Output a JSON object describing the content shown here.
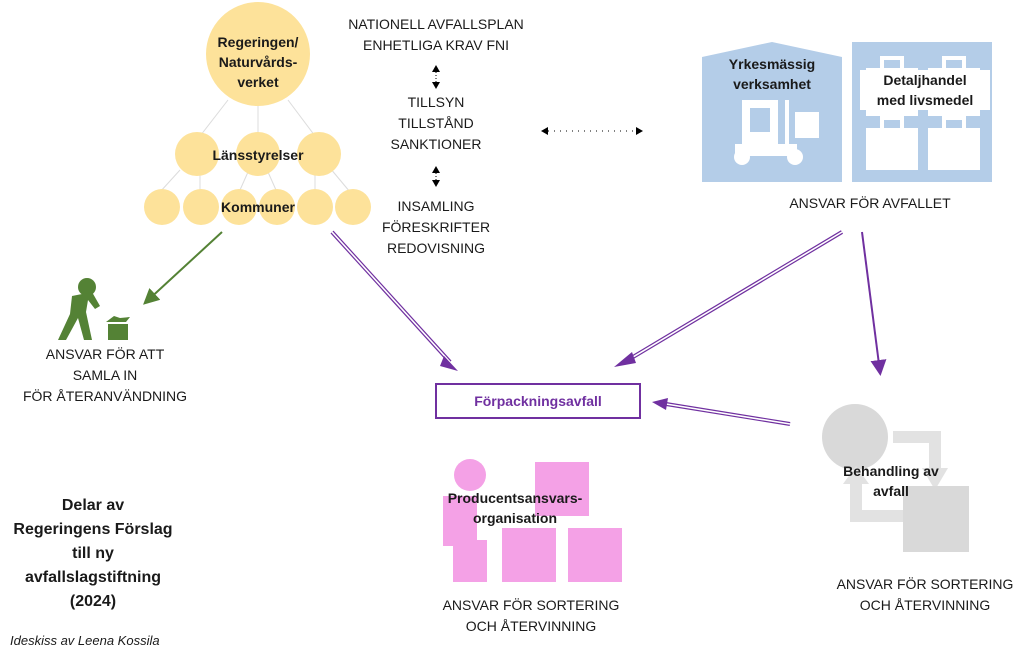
{
  "hierarchy": {
    "top": "Regeringen/\nNaturvårds-\nverket",
    "middle": "Länsstyrelser",
    "bottom": "Kommuner"
  },
  "center_column": {
    "block1": "NATIONELL AVFALLSPLAN\nENHETLIGA KRAV FNI",
    "block2": "TILLSYN\nTILLSTÅND\nSANKTIONER",
    "block3": "INSAMLING\nFÖRESKRIFTER\nREDOVISNING"
  },
  "actors": {
    "business": "Yrkesmässig\nverksamhet",
    "retail": "Detaljhandel\nmed livsmedel",
    "actors_caption": "ANSVAR FÖR AVFALLET",
    "collector_caption": "ANSVAR FÖR ATT\nSAMLA IN\nFÖR ÅTERANVÄNDNING",
    "center_box": "Förpackningsavfall",
    "producer_org": "Producentsansvars-\norganisation",
    "producer_caption": "ANSVAR FÖR SORTERING\nOCH ÅTERVINNING",
    "treatment": "Behandling av\navfall",
    "treatment_caption": "ANSVAR FÖR SORTERING\nOCH ÅTERVINNING"
  },
  "footer": {
    "title": "Delar av\nRegeringens Förslag\ntill ny\navfallslagstiftning\n(2024)",
    "credit": "Ideskiss av Leena Kossila"
  },
  "colors": {
    "hierarchy": "#fde29a",
    "actor_blue": "#b4cde8",
    "arrow_purple": "#7030a0",
    "collector_green": "#548235",
    "producer_pink": "#f4a1e6",
    "treatment_gray": "#d9d9d9"
  }
}
